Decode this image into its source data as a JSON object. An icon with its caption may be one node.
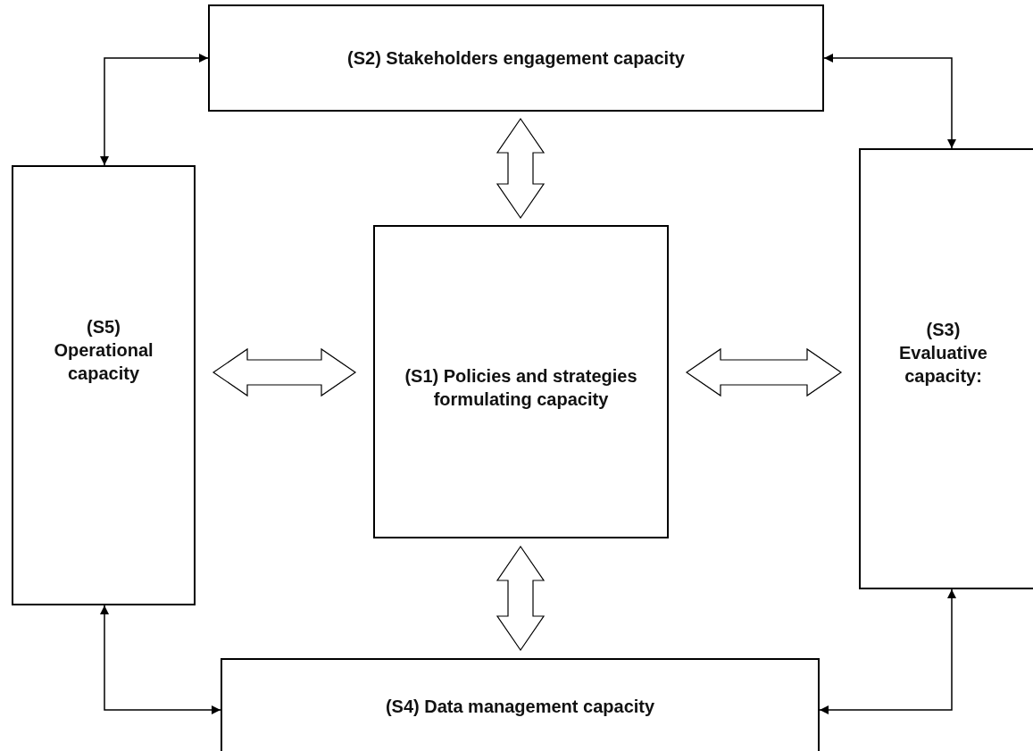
{
  "diagram": {
    "nodes": [
      {
        "text": [
          "(S2) Stakeholders engagement capacity"
        ]
      },
      {
        "text": [
          "(S5) Operational capacity"
        ]
      },
      {
        "text": [
          "(S1) Policies and strategies formulating capacity"
        ]
      },
      {
        "text": [
          "(S3) Evaluative capacity:"
        ]
      },
      {
        "text": [
          "(S4) Data management capacity"
        ]
      }
    ],
    "edges": [
      {
        "from": 0,
        "to": 1,
        "arrow": "both"
      },
      {
        "from": 0,
        "to": 3,
        "arrow": "both"
      },
      {
        "from": 1,
        "to": 4,
        "arrow": "both"
      },
      {
        "from": 3,
        "to": 4,
        "arrow": "both"
      },
      {
        "from": 0,
        "to": 2,
        "arrow": "both",
        "style": "thick"
      },
      {
        "from": 1,
        "to": 2,
        "arrow": "both",
        "style": "thick"
      },
      {
        "from": 2,
        "to": 3,
        "arrow": "both",
        "style": "thick"
      },
      {
        "from": 2,
        "to": 4,
        "arrow": "both",
        "style": "thick"
      }
    ]
  }
}
